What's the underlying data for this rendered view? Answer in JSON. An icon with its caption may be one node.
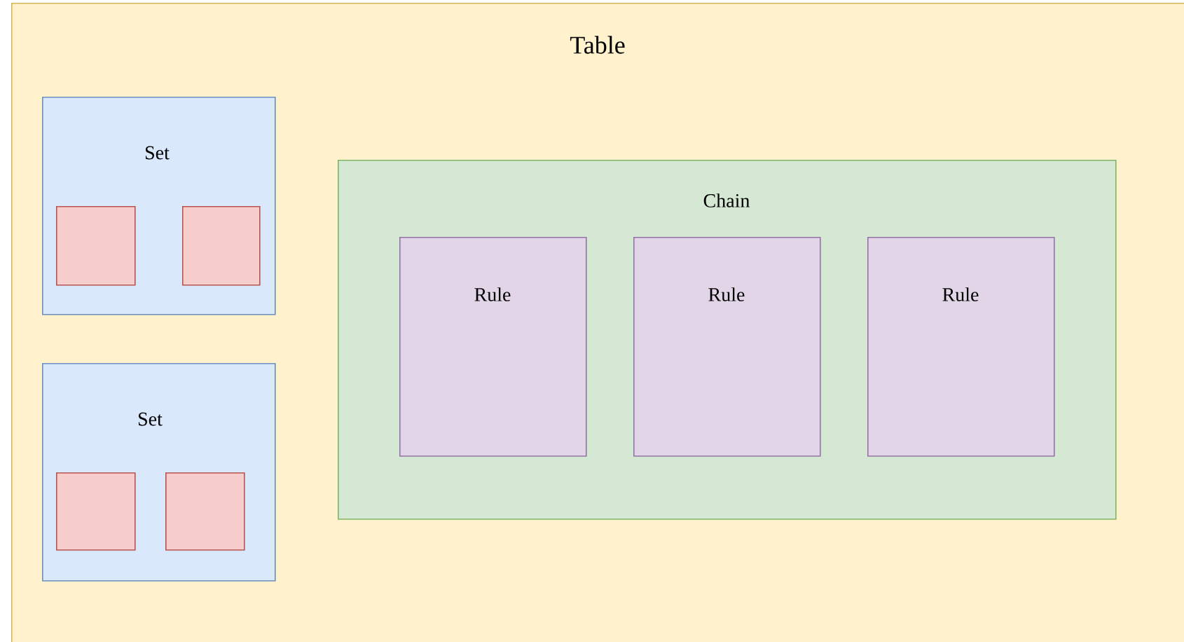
{
  "diagram": {
    "nodes": [
      {
        "text": [
          "Table"
        ]
      },
      {
        "text": [
          "Set"
        ],
        "in": 0
      },
      {
        "text": [],
        "shape": "box",
        "in": 1
      },
      {
        "text": [],
        "shape": "box",
        "in": 1
      },
      {
        "text": [
          "Set"
        ],
        "in": 0
      },
      {
        "text": [],
        "shape": "box",
        "in": 4
      },
      {
        "text": [],
        "shape": "box",
        "in": 4
      },
      {
        "text": [
          "Chain"
        ],
        "in": 0
      },
      {
        "text": [
          "Rule"
        ],
        "in": 7
      },
      {
        "text": [
          "Rule"
        ],
        "in": 7
      },
      {
        "text": [
          "Rule"
        ],
        "in": 7
      }
    ]
  }
}
